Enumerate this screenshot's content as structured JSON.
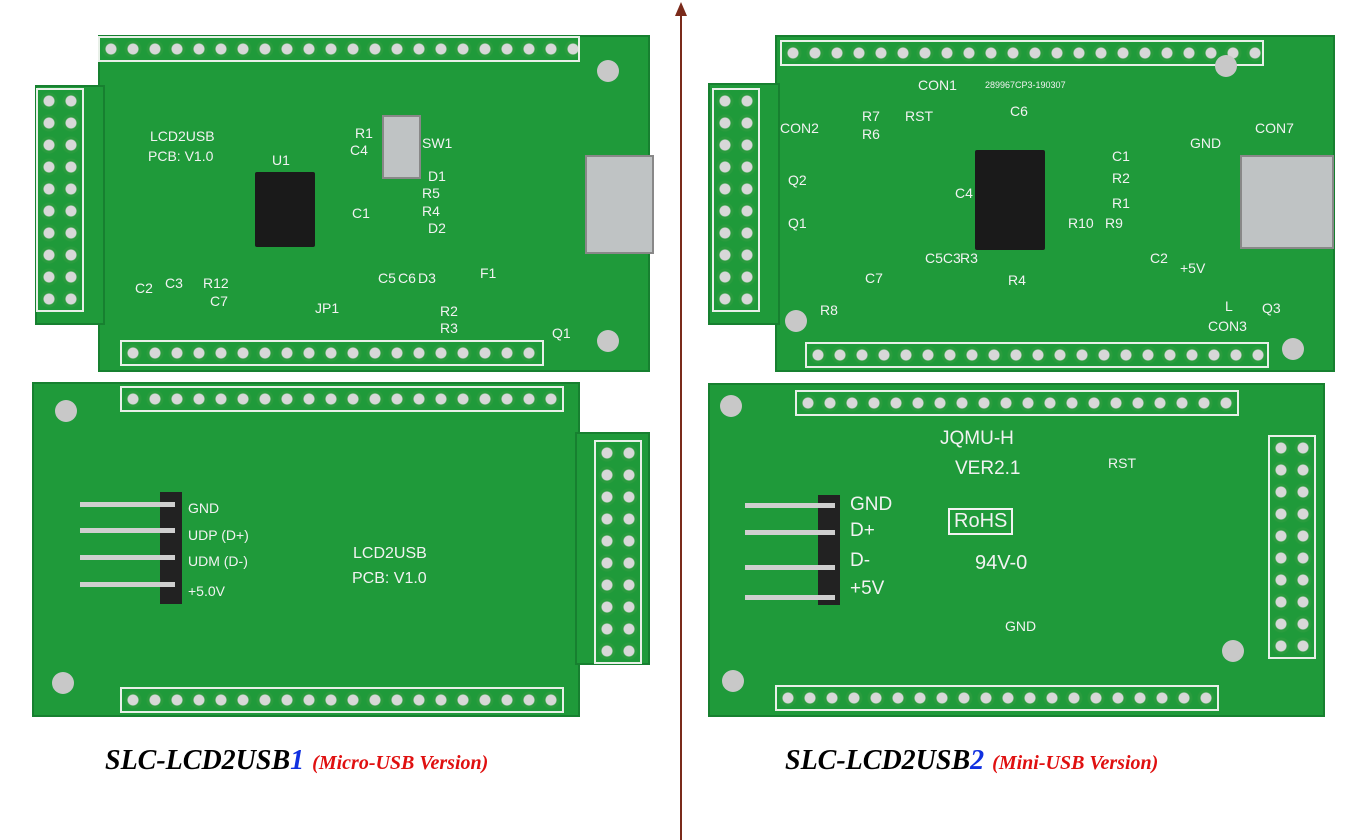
{
  "captions": [
    {
      "name": "SLC-LCD2USB",
      "number": "1",
      "version": "(Micro-USB Version)"
    },
    {
      "name": "SLC-LCD2USB",
      "number": "2",
      "version": "(Mini-USB Version)"
    }
  ],
  "board1_top": {
    "labels": [
      "LCD2USB",
      "PCB: V1.0",
      "U1",
      "R1",
      "C4",
      "SW1",
      "D1",
      "R5",
      "R4",
      "D2",
      "C1",
      "C5",
      "C6",
      "D3",
      "F1",
      "R12",
      "C7",
      "JP1",
      "C2",
      "C3",
      "R2",
      "R3",
      "Q1"
    ]
  },
  "board1_bottom": {
    "labels": [
      "GND",
      "UDP (D+)",
      "UDM (D-)",
      "+5.0V",
      "LCD2USB",
      "PCB: V1.0"
    ]
  },
  "board2_top": {
    "labels": [
      "CON1",
      "289967CP3-190307",
      "C6",
      "CON2",
      "R7",
      "R6",
      "RST",
      "Q2",
      "Q1",
      "C4",
      "C5C3",
      "R3",
      "R4",
      "R10",
      "R9",
      "C1",
      "R2",
      "R1",
      "C2",
      "+5V",
      "GND",
      "CON7",
      "R8",
      "C7",
      "L",
      "Q3",
      "CON3"
    ]
  },
  "board2_bottom": {
    "labels": [
      "JQMU-H",
      "VER2.1",
      "RST",
      "RoHS",
      "94V-0",
      "GND",
      "D+",
      "D-",
      "+5V",
      "GND"
    ]
  }
}
